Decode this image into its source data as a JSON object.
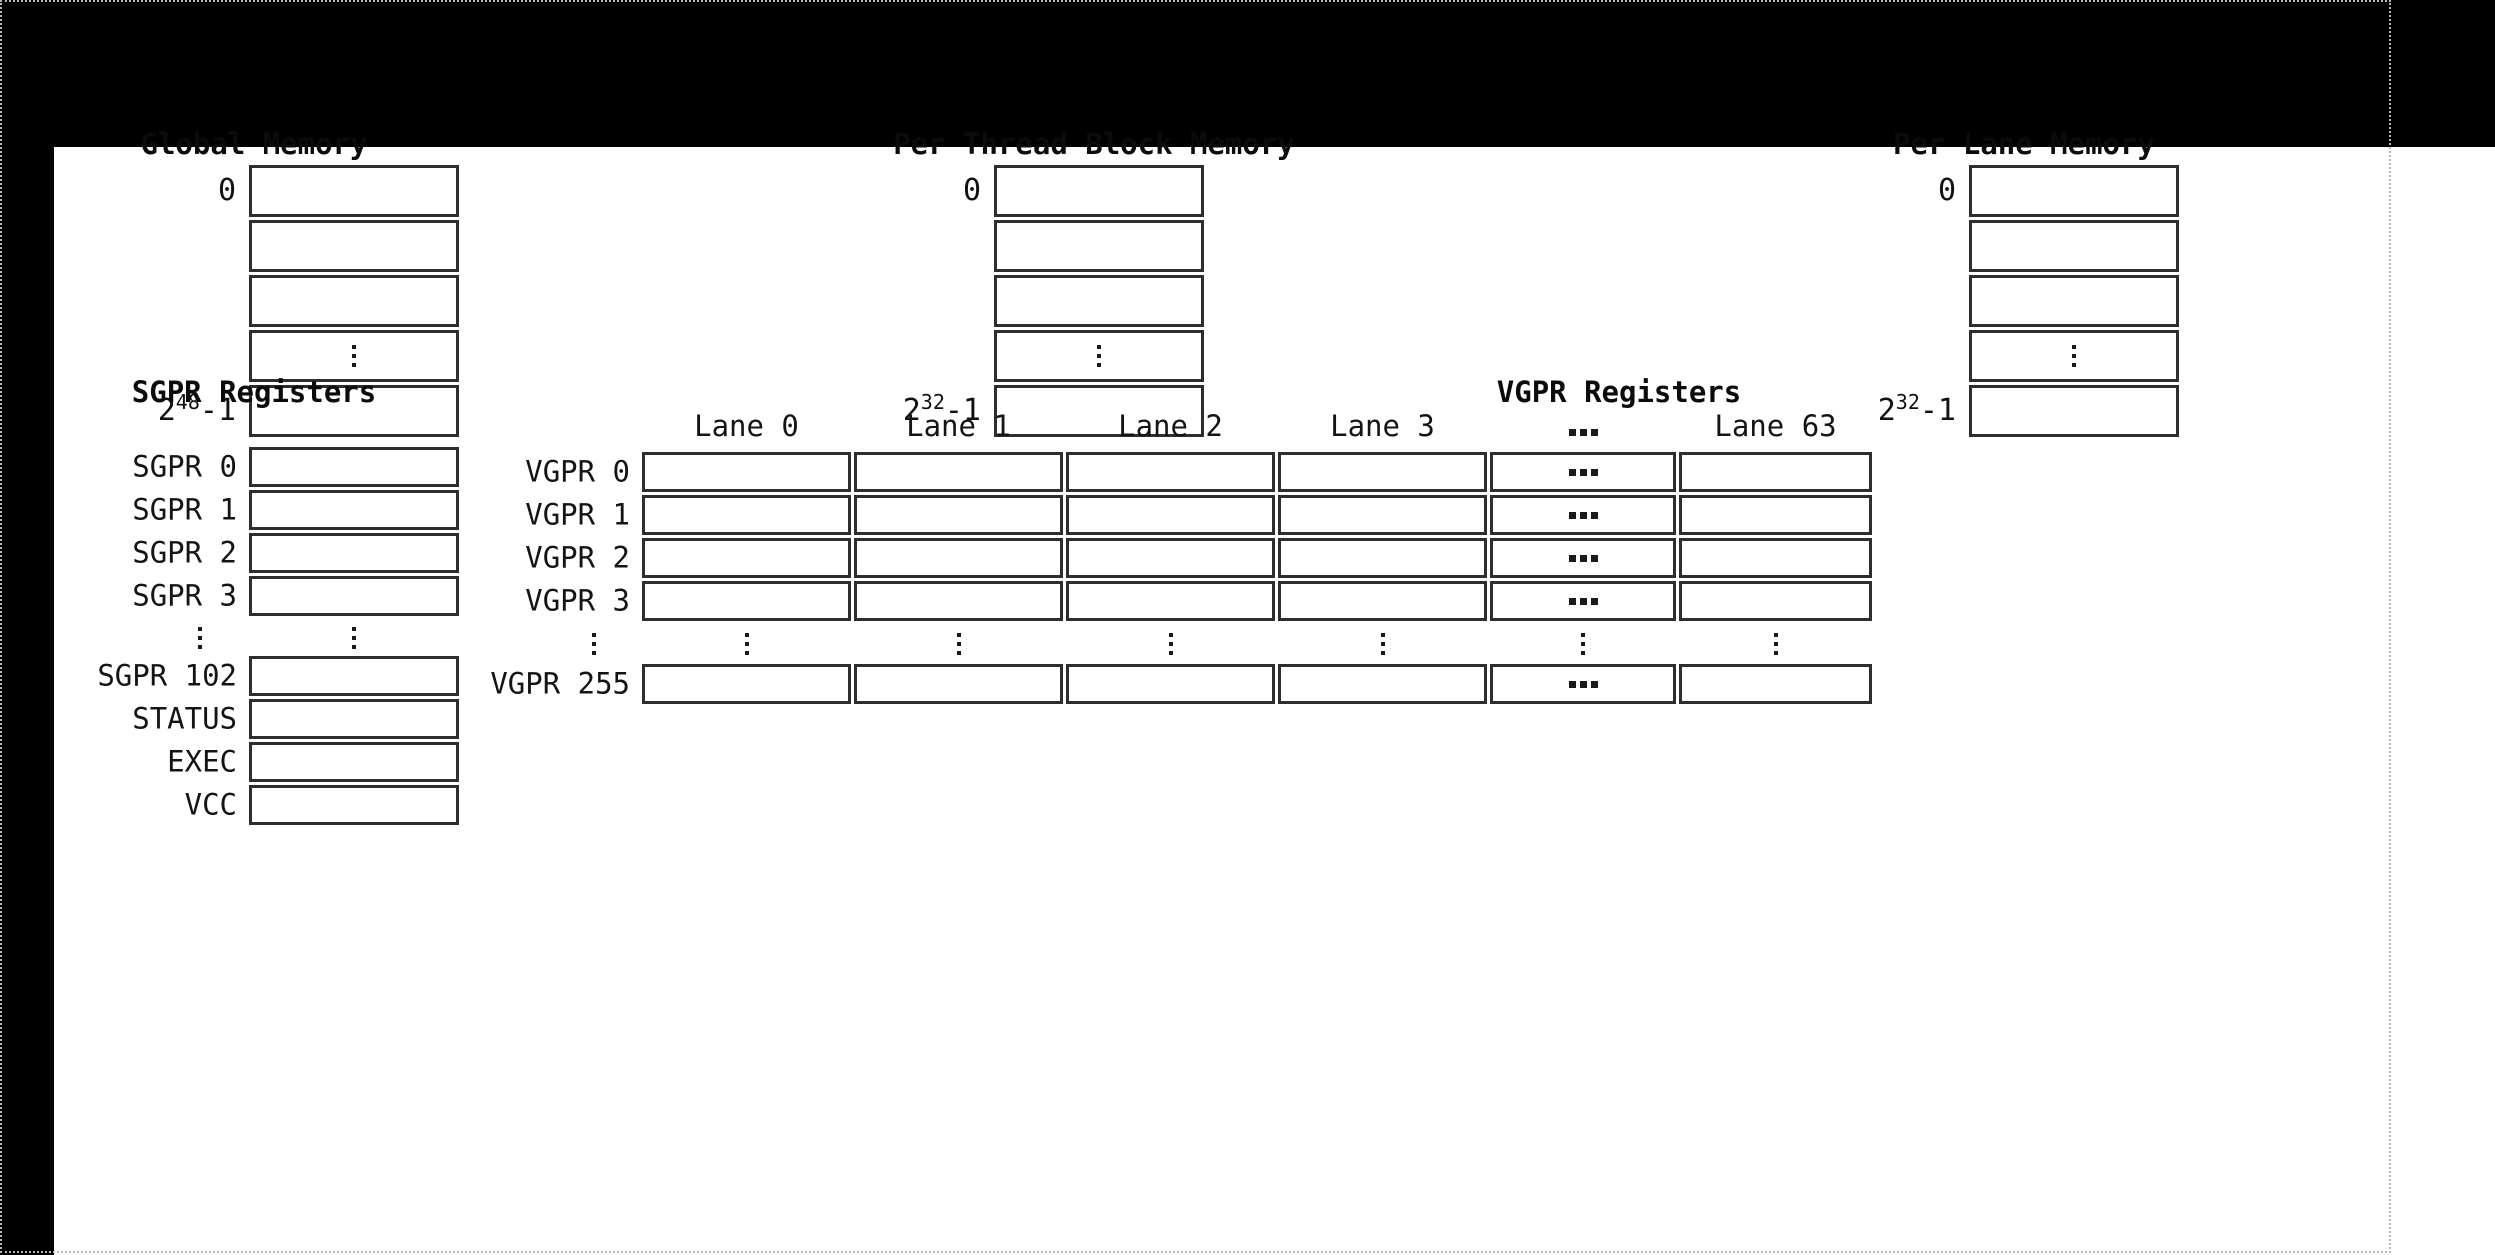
{
  "diagram": {
    "memory_sections": [
      {
        "title": "Global Memory",
        "top_label": "0",
        "bottom_label_base": "2",
        "bottom_label_exp": "48",
        "bottom_label_suffix": "-1",
        "rows": 5,
        "ellipsis_row_index": 3
      },
      {
        "title": "Per Thread Block Memory",
        "top_label": "0",
        "bottom_label_base": "2",
        "bottom_label_exp": "32",
        "bottom_label_suffix": "-1",
        "rows": 5,
        "ellipsis_row_index": 3
      },
      {
        "title": "Per Lane Memory",
        "top_label": "0",
        "bottom_label_base": "2",
        "bottom_label_exp": "32",
        "bottom_label_suffix": "-1",
        "rows": 5,
        "ellipsis_row_index": 3
      }
    ],
    "sgpr": {
      "title": "SGPR Registers",
      "rows_before_break": [
        {
          "label": "SGPR 0"
        },
        {
          "label": "SGPR 1"
        },
        {
          "label": "SGPR 2"
        },
        {
          "label": "SGPR 3"
        }
      ],
      "rows_after_break": [
        {
          "label": "SGPR 102"
        },
        {
          "label": "STATUS"
        },
        {
          "label": "EXEC"
        },
        {
          "label": "VCC"
        }
      ]
    },
    "vgpr": {
      "title": "VGPR Registers",
      "lane_headers": [
        "Lane 0",
        "Lane 1",
        "Lane 2",
        "Lane 3",
        "⋯",
        "Lane 63"
      ],
      "ellipsis_column_index": 4,
      "rows_before_break": [
        {
          "label": "VGPR 0"
        },
        {
          "label": "VGPR 1"
        },
        {
          "label": "VGPR 2"
        },
        {
          "label": "VGPR 3"
        }
      ],
      "rows_after_break": [
        {
          "label": "VGPR 255"
        }
      ]
    },
    "colors": {
      "frame": "#000000",
      "background": "#ffffff",
      "box_border": "#2e2e2e",
      "text": "#111111",
      "dotted_guide": "#b8b8b8"
    }
  }
}
